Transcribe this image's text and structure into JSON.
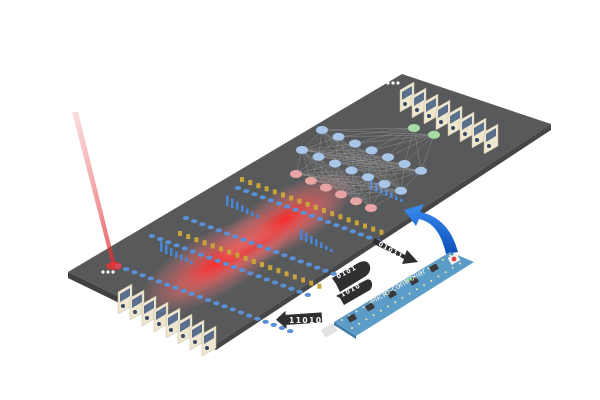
{
  "figure": {
    "description": "Photonic neural network chip with laser input, microcontroller feedback loop",
    "arrows": {
      "input_bits": "11010",
      "loop_bits_top": "0101",
      "loop_bits_bottom": "1010",
      "output_bits": "01011"
    },
    "microcontroller_label": "Micro-controller",
    "ellipsis": "...",
    "neural_network": {
      "layers": [
        {
          "name": "input",
          "nodes": 6,
          "color": "#e8a3a3"
        },
        {
          "name": "hidden-1",
          "nodes": 7,
          "color": "#a9c6e8"
        },
        {
          "name": "hidden-2",
          "nodes": 7,
          "color": "#a9c6e8"
        },
        {
          "name": "output",
          "nodes": 2,
          "color": "#a9dca4"
        }
      ]
    },
    "colors": {
      "chip": "#58595b",
      "laser": "#e0262b",
      "board": "#5b9cc8",
      "feedback_arrow": "#1f6fd6",
      "rings": "#5b8fd6",
      "electrodes": "#c9a43a"
    }
  }
}
